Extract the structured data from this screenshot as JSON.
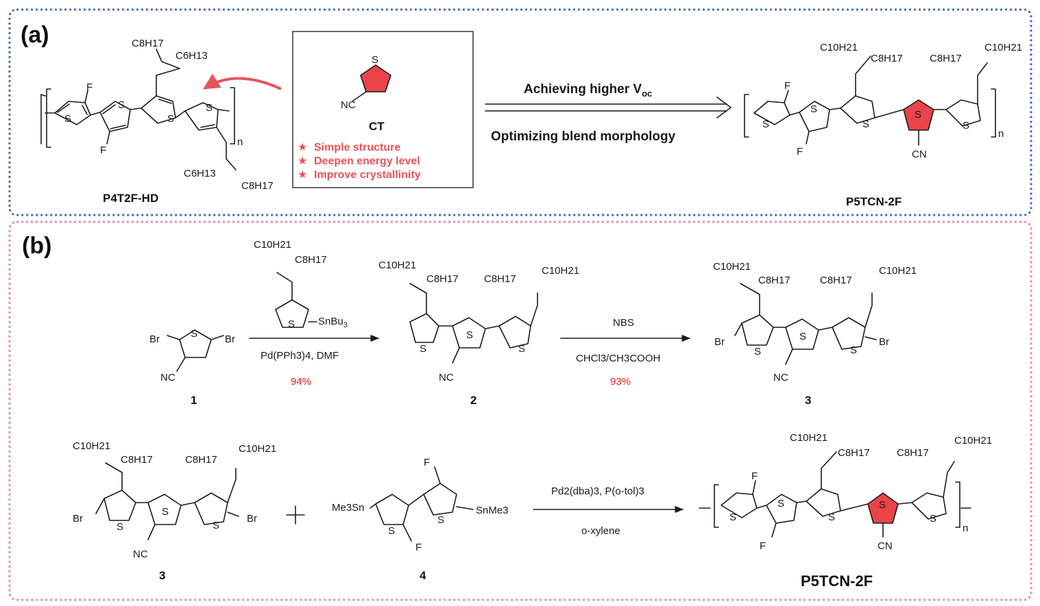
{
  "panels": {
    "a": {
      "label": "(a)",
      "polymer_left_name": "P4T2F-HD",
      "polymer_right_name": "P5TCN-2F",
      "ct_name": "CT",
      "features": [
        "Simple structure",
        "Deepen energy level",
        "Improve crystallinity"
      ],
      "arrow_top": "Achieving higher V",
      "arrow_top_sub": "oc",
      "arrow_bottom": "Optimizing blend morphology"
    },
    "b": {
      "label": "(b)",
      "step1_reagent": "SnBu",
      "step1_conditions": "Pd(PPh3)4, DMF",
      "step1_yield": "94%",
      "step2_reagent": "NBS",
      "step2_conditions": "CHCl3/CH3COOH",
      "step2_yield": "93%",
      "step3_conditions_top": "Pd2(dba)3, P(o-tol)3",
      "step3_conditions_bottom": "o-xylene",
      "compound_labels": [
        "1",
        "2",
        "3",
        "3",
        "4"
      ],
      "product_name": "P5TCN-2F"
    }
  },
  "atoms": {
    "S": "S",
    "F": "F",
    "Br": "Br",
    "NC": "NC",
    "CN": "CN",
    "n": "n",
    "Me3Sn": "Me3Sn",
    "SnMe3": "SnMe3"
  },
  "chains": {
    "C8H17": "C8H17",
    "C6H13": "C6H13",
    "C10H21": "C10H21"
  },
  "colors": {
    "panel_a_border": "#3d6fb6",
    "panel_b_border": "#ec86ad",
    "highlight_ring": "#e8444a",
    "feature_text": "#e8545a",
    "yield_text": "#e0241b"
  }
}
